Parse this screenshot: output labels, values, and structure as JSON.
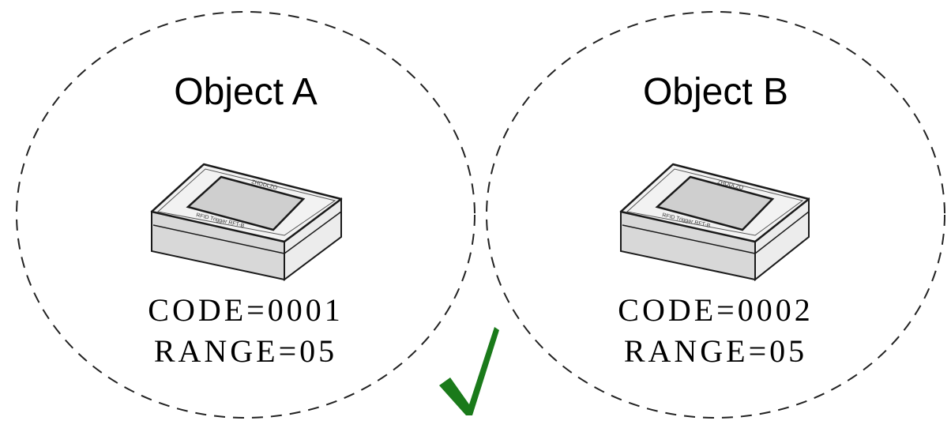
{
  "objects": [
    {
      "title": "Object A",
      "code_text": "CODE=0001",
      "range_text": "RANGE=05",
      "device": {
        "icon": "rfid-trigger-device-icon",
        "label": "RFID Trigger RFT-B",
        "brand": "ZHODLZO"
      }
    },
    {
      "title": "Object B",
      "code_text": "CODE=0002",
      "range_text": "RANGE=05",
      "device": {
        "icon": "rfid-trigger-device-icon",
        "label": "RFID Trigger RFT-B",
        "brand": "ZHODLZO"
      }
    }
  ],
  "status": {
    "icon": "checkmark-icon",
    "color": "#1a7a1a"
  },
  "colors": {
    "boundary": "#222222",
    "device_body": "#e4e4e4",
    "device_top": "#f2f2f2",
    "device_edge": "#1a1a1a",
    "screen": "#cfcfcf"
  }
}
